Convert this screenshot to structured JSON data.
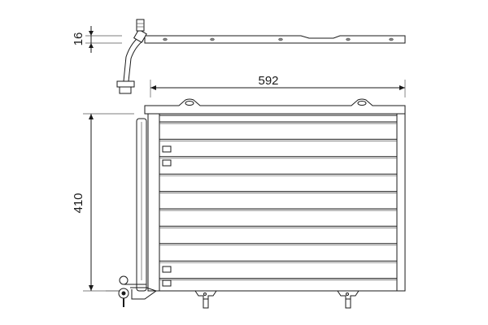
{
  "dimensions": {
    "thickness": "16",
    "width": "592",
    "height": "410"
  },
  "colors": {
    "line": "#1a1a1a",
    "background": "#ffffff"
  }
}
